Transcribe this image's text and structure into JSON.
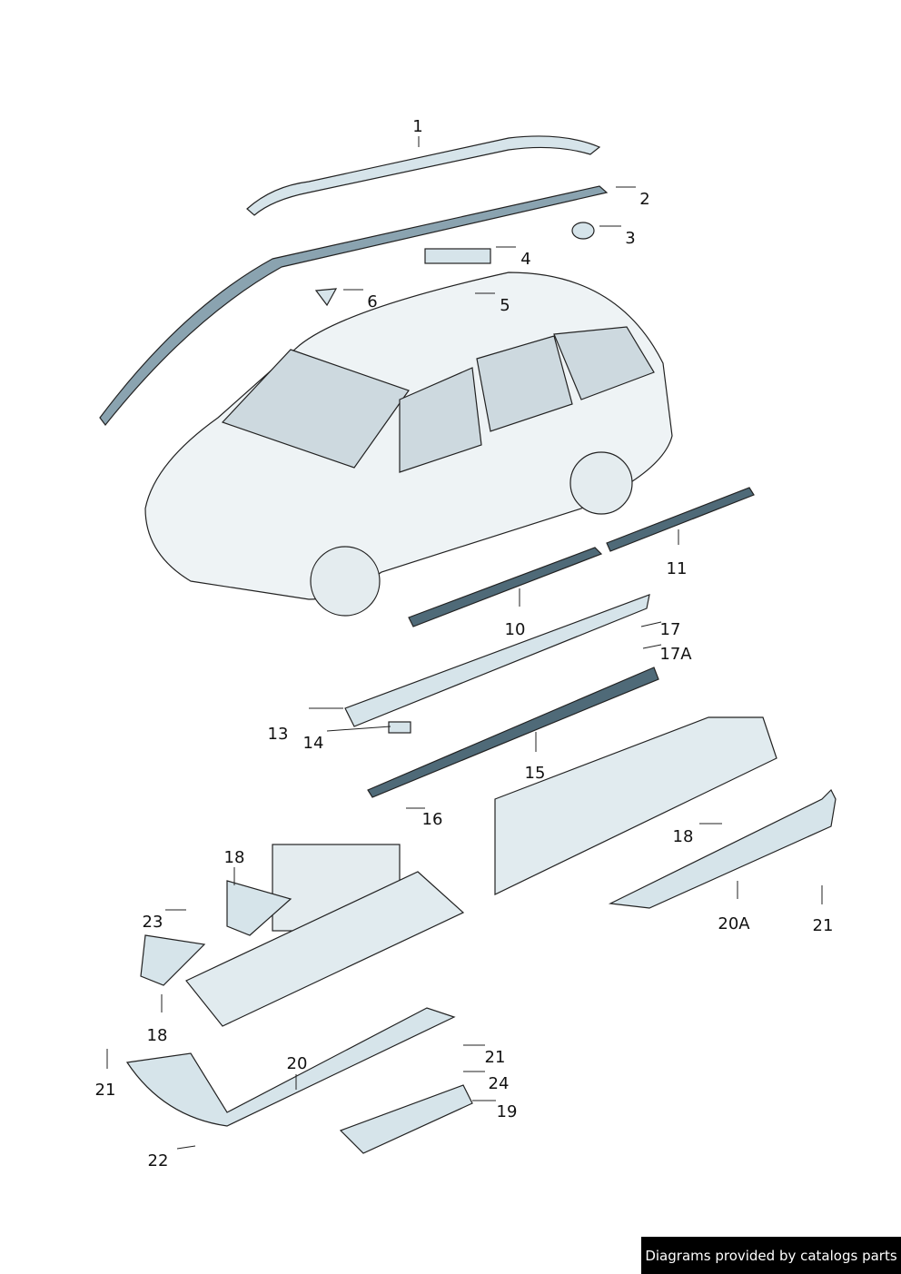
{
  "diagram": {
    "part_labels": [
      "1",
      "2",
      "3",
      "4",
      "5",
      "6",
      "10",
      "11",
      "13",
      "14",
      "15",
      "16",
      "17",
      "17A",
      "18",
      "18",
      "18",
      "19",
      "20",
      "20A",
      "21",
      "21",
      "21",
      "22",
      "23",
      "24"
    ],
    "colors": {
      "part_fill": "#d6e4ea",
      "part_dark": "#4f6a78",
      "line": "#222222"
    }
  },
  "footer": {
    "credit": "Diagrams provided by catalogs parts"
  }
}
